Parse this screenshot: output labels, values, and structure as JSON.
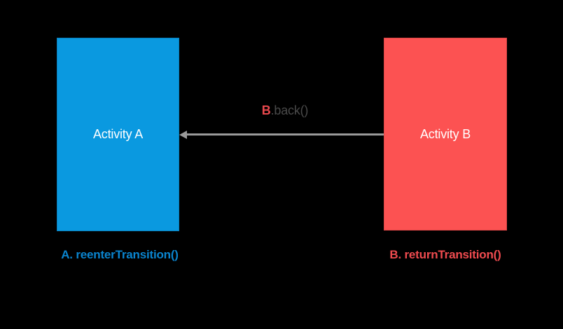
{
  "diagram": {
    "background_color": "#000000",
    "activity_a": {
      "label": "Activity A",
      "fill_color": "#0a99e0",
      "text_color": "#ffffff",
      "caption": "A. reenterTransition()",
      "caption_color": "#0a84ce"
    },
    "activity_b": {
      "label": "Activity B",
      "fill_color": "#fc5252",
      "text_color": "#ffffff",
      "caption": "B. returnTransition()",
      "caption_color": "#ef4b4f"
    },
    "arrow": {
      "direction": "from-activity-b-to-activity-a",
      "line_color": "#9a9a9a",
      "label_prefix": "B",
      "label_prefix_color": "#e8484d",
      "label_rest": ".back()",
      "label_rest_color": "#4a4a4a"
    }
  }
}
